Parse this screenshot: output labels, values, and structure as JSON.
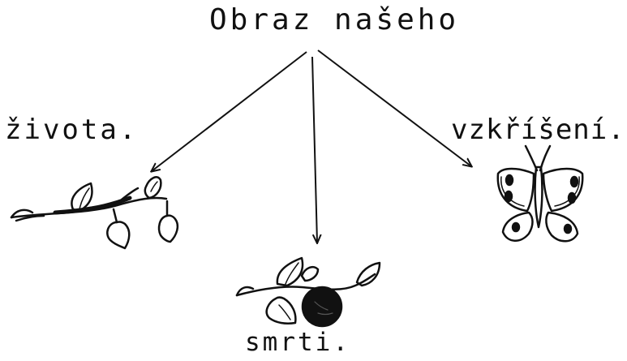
{
  "diagram": {
    "title": "Obraz našeho",
    "branches": [
      {
        "key": "life",
        "label": "života."
      },
      {
        "key": "death",
        "label": "smrti."
      },
      {
        "key": "resurrection",
        "label": "vzkříšení."
      }
    ]
  },
  "icons": {
    "life": "leafy-branch-with-bud-icon",
    "death": "leafy-branch-with-dark-fruit-icon",
    "resurrection": "butterfly-icon"
  },
  "colors": {
    "ink": "#111111",
    "background": "#ffffff"
  }
}
